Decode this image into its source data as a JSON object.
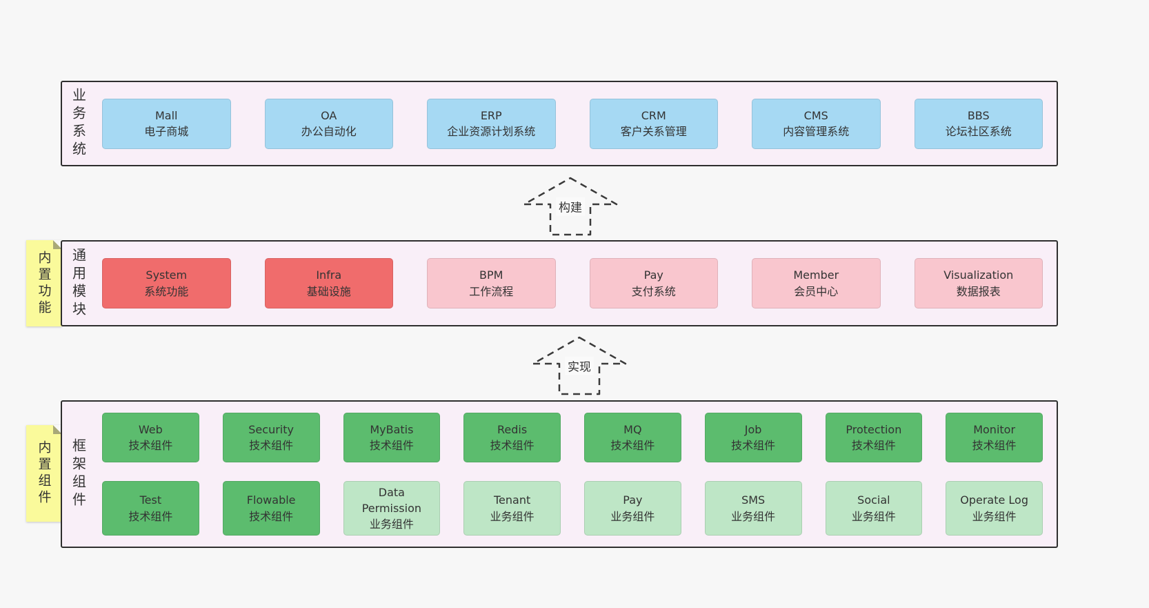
{
  "colors": {
    "blue": "#a6d9f3",
    "red": "#f06c6c",
    "pink": "#f9c6ce",
    "green_dark": "#5cbc6e",
    "green_light": "#bee6c6",
    "yellow_tab": "#fafa9b",
    "panel_bg": "#f9eff8",
    "border": "#2e2e2e",
    "page_bg": "#f7f7f7"
  },
  "sections": [
    {
      "side_label": "业务系统",
      "boxes": [
        {
          "title": "Mall",
          "subtitle": "电子商城",
          "variant": "blue"
        },
        {
          "title": "OA",
          "subtitle": "办公自动化",
          "variant": "blue"
        },
        {
          "title": "ERP",
          "subtitle": "企业资源计划系统",
          "variant": "blue"
        },
        {
          "title": "CRM",
          "subtitle": "客户关系管理",
          "variant": "blue"
        },
        {
          "title": "CMS",
          "subtitle": "内容管理系统",
          "variant": "blue"
        },
        {
          "title": "BBS",
          "subtitle": "论坛社区系统",
          "variant": "blue"
        }
      ]
    },
    {
      "side_label": "通用模块",
      "tab_label": "内置功能",
      "boxes": [
        {
          "title": "System",
          "subtitle": "系统功能",
          "variant": "red"
        },
        {
          "title": "Infra",
          "subtitle": "基础设施",
          "variant": "red"
        },
        {
          "title": "BPM",
          "subtitle": "工作流程",
          "variant": "pink"
        },
        {
          "title": "Pay",
          "subtitle": "支付系统",
          "variant": "pink"
        },
        {
          "title": "Member",
          "subtitle": "会员中心",
          "variant": "pink"
        },
        {
          "title": "Visualization",
          "subtitle": "数据报表",
          "variant": "pink"
        }
      ]
    },
    {
      "side_label": "框架组件",
      "tab_label": "内置组件",
      "rows": [
        [
          {
            "title": "Web",
            "subtitle": "技术组件",
            "variant": "green-dark"
          },
          {
            "title": "Security",
            "subtitle": "技术组件",
            "variant": "green-dark"
          },
          {
            "title": "MyBatis",
            "subtitle": "技术组件",
            "variant": "green-dark"
          },
          {
            "title": "Redis",
            "subtitle": "技术组件",
            "variant": "green-dark"
          },
          {
            "title": "MQ",
            "subtitle": "技术组件",
            "variant": "green-dark"
          },
          {
            "title": "Job",
            "subtitle": "技术组件",
            "variant": "green-dark"
          },
          {
            "title": "Protection",
            "subtitle": "技术组件",
            "variant": "green-dark"
          },
          {
            "title": "Monitor",
            "subtitle": "技术组件",
            "variant": "green-dark"
          }
        ],
        [
          {
            "title": "Test",
            "subtitle": "技术组件",
            "variant": "green-dark"
          },
          {
            "title": "Flowable",
            "subtitle": "技术组件",
            "variant": "green-dark"
          },
          {
            "title": "Data Permission",
            "subtitle": "业务组件",
            "variant": "green-light"
          },
          {
            "title": "Tenant",
            "subtitle": "业务组件",
            "variant": "green-light"
          },
          {
            "title": "Pay",
            "subtitle": "业务组件",
            "variant": "green-light"
          },
          {
            "title": "SMS",
            "subtitle": "业务组件",
            "variant": "green-light"
          },
          {
            "title": "Social",
            "subtitle": "业务组件",
            "variant": "green-light"
          },
          {
            "title": "Operate Log",
            "subtitle": "业务组件",
            "variant": "green-light"
          }
        ]
      ]
    }
  ],
  "arrows": [
    {
      "label": "构建"
    },
    {
      "label": "实现"
    }
  ]
}
